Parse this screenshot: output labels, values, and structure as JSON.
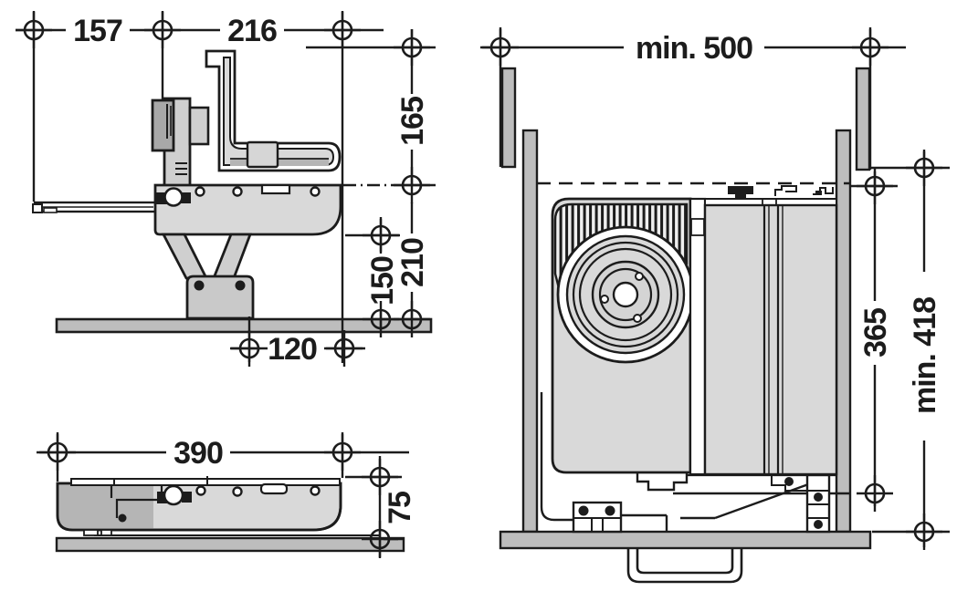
{
  "drawing": {
    "kind": "installation-dimension-drawing",
    "views": {
      "side_unfolded": {
        "dims": {
          "front_projection": "157",
          "body_depth": "216",
          "height_above_counter": "165",
          "clearance_under_body": "150",
          "total_height_below": "210",
          "foot_offset": "120"
        }
      },
      "side_folded": {
        "dims": {
          "folded_length": "390",
          "folded_height": "75"
        }
      },
      "front_installed": {
        "dims": {
          "cabinet_inner_width": "min. 500",
          "unit_height": "365",
          "cabinet_inner_height": "min. 418"
        }
      }
    },
    "colors": {
      "line": "#1c1c1c",
      "light_fill": "#d9d9d9",
      "mid_fill": "#bdbdbd",
      "dark_fill": "#a8a8a8",
      "white": "#ffffff"
    }
  }
}
